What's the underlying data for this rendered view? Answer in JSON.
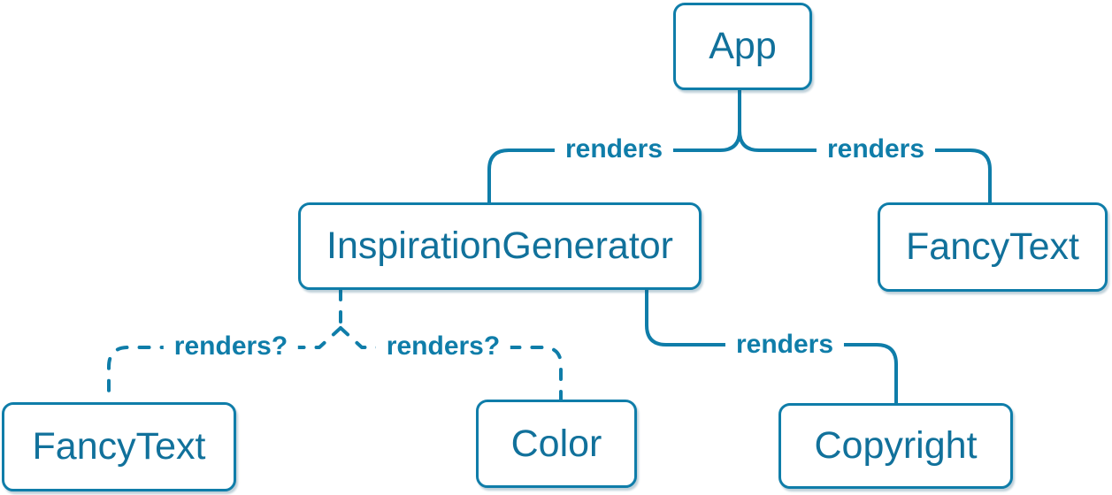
{
  "diagram": {
    "type": "component-render-tree",
    "colors": {
      "line": "#0F7DA9",
      "node_border": "#0F7DA9",
      "node_text": "#11719B",
      "label_text": "#0F7DA9",
      "node_bg": "#FFFFFF",
      "page_bg": "#FFFFFF"
    },
    "nodes": [
      {
        "id": "app",
        "label": "App"
      },
      {
        "id": "inspiration-generator",
        "label": "InspirationGenerator"
      },
      {
        "id": "fancy-text-top",
        "label": "FancyText"
      },
      {
        "id": "fancy-text-bottom",
        "label": "FancyText"
      },
      {
        "id": "color",
        "label": "Color"
      },
      {
        "id": "copyright",
        "label": "Copyright"
      }
    ],
    "edges": [
      {
        "from": "App",
        "to": "InspirationGenerator",
        "label": "renders",
        "style": "solid"
      },
      {
        "from": "App",
        "to": "FancyText",
        "label": "renders",
        "style": "solid"
      },
      {
        "from": "InspirationGenerator",
        "to": "FancyText",
        "label": "renders?",
        "style": "dashed"
      },
      {
        "from": "InspirationGenerator",
        "to": "Color",
        "label": "renders?",
        "style": "dashed"
      },
      {
        "from": "InspirationGenerator",
        "to": "Copyright",
        "label": "renders",
        "style": "solid"
      }
    ]
  }
}
